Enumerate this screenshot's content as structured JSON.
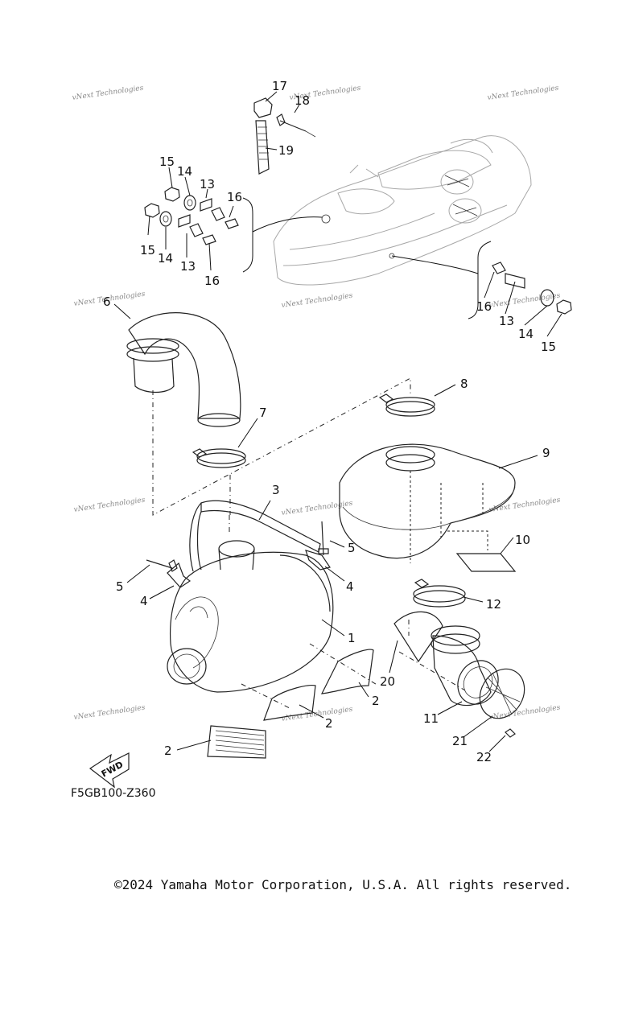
{
  "diagram": {
    "callouts": [
      "17",
      "18",
      "19",
      "15",
      "14",
      "13",
      "16",
      "15",
      "14",
      "13",
      "16",
      "16",
      "13",
      "14",
      "15",
      "6",
      "7",
      "8",
      "9",
      "3",
      "5",
      "5",
      "4",
      "4",
      "10",
      "12",
      "1",
      "20",
      "2",
      "2",
      "11",
      "21",
      "22",
      "2"
    ],
    "watermark": "vNext Technologies",
    "fwd_label": "FWD",
    "diagram_code": "F5GB100-Z360"
  },
  "footer": {
    "copyright": "©2024 Yamaha Motor Corporation, U.S.A. All rights reserved."
  }
}
